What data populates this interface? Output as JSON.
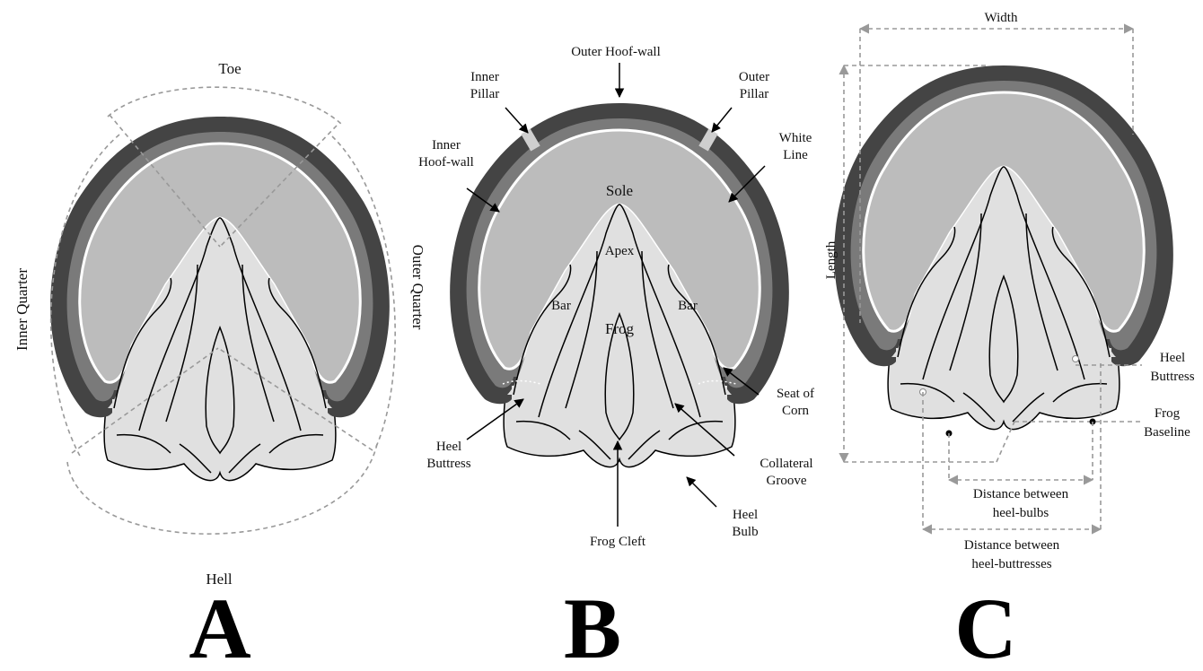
{
  "panel_a": {
    "letter": "A",
    "labels": {
      "toe": "Toe",
      "heel": "Hell",
      "inner_quarter": "Inner Quarter",
      "outer_quarter": "Outer Quarter"
    }
  },
  "panel_b": {
    "letter": "B",
    "labels": {
      "outer_hoof_wall": "Outer Hoof-wall",
      "inner_pillar_1": "Inner",
      "inner_pillar_2": "Pillar",
      "outer_pillar_1": "Outer",
      "outer_pillar_2": "Pillar",
      "inner_hoof_wall_1": "Inner",
      "inner_hoof_wall_2": "Hoof-wall",
      "white_line_1": "White",
      "white_line_2": "Line",
      "sole": "Sole",
      "apex": "Apex",
      "bar_left": "Bar",
      "bar_right": "Bar",
      "frog": "Frog",
      "seat_of_corn_1": "Seat of",
      "seat_of_corn_2": "Corn",
      "heel_buttress_1": "Heel",
      "heel_buttress_2": "Buttress",
      "collateral_groove_1": "Collateral",
      "collateral_groove_2": "Groove",
      "heel_bulb_1": "Heel",
      "heel_bulb_2": "Bulb",
      "frog_cleft": "Frog Cleft"
    }
  },
  "panel_c": {
    "letter": "C",
    "labels": {
      "width": "Width",
      "length": "Length",
      "heel_buttress_1": "Heel",
      "heel_buttress_2": "Buttress",
      "frog_baseline_1": "Frog",
      "frog_baseline_2": "Baseline",
      "dist_bulbs_1": "Distance between",
      "dist_bulbs_2": "heel-bulbs",
      "dist_buttresses_1": "Distance between",
      "dist_buttresses_2": "heel-buttresses"
    }
  },
  "colors": {
    "outer_wall": "#444444",
    "mid_wall": "#7a7a7a",
    "sole": "#bcbcbc",
    "frog": "#e0e0e0",
    "white_line": "#ffffff",
    "pillar": "#cfcfcf",
    "dashed": "#999999"
  }
}
